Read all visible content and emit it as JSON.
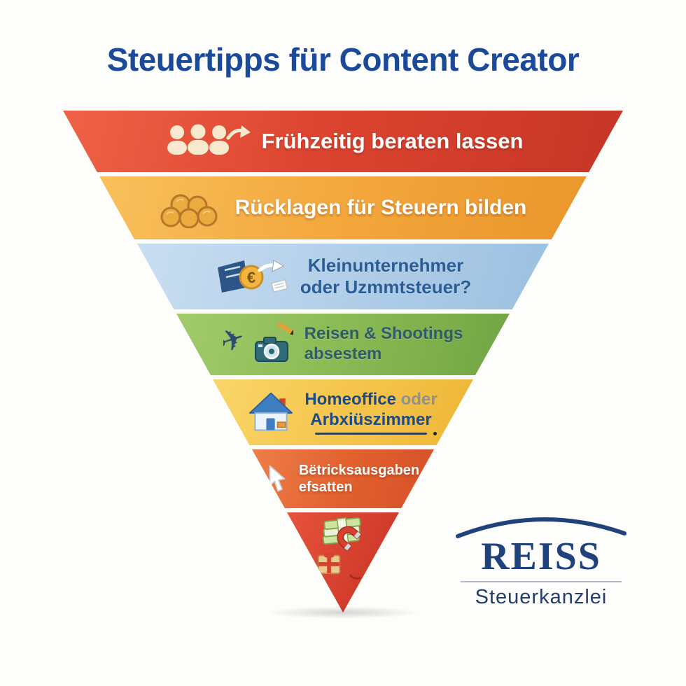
{
  "title": "Steuertipps für Content Creator",
  "pyramid": {
    "layers": [
      {
        "id": "beratung",
        "icon": "people-arrow-icon",
        "lines": [
          "Frühzeitig beraten lassen"
        ],
        "color": "#dc4530",
        "text_color": "#ffffff"
      },
      {
        "id": "ruecklagen",
        "icon": "coins-icon",
        "lines": [
          "Rücklagen für Steuern bilden"
        ],
        "color": "#f3a73c",
        "text_color": "#ffffff"
      },
      {
        "id": "umsatzsteuer",
        "icon": "euro-invoice-icon",
        "lines": [
          "Kleinunternehmer",
          "oder Uzmmtsteuer?"
        ],
        "color": "#b2cfe9",
        "text_color": "#2b5c95"
      },
      {
        "id": "reisen",
        "icon": "plane-camera-icon",
        "lines": [
          "Reisen & Shootings",
          "absestem"
        ],
        "color": "#8aba54",
        "text_color": "#2f5b6b"
      },
      {
        "id": "homeoffice",
        "icon": "house-icon",
        "parts": {
          "strong": "Homeoffice",
          "muted": " oder",
          "line2": "Arbxiüszimmer"
        },
        "color": "#f5c64d",
        "text_color": "#1e4a85"
      },
      {
        "id": "betriebsausgaben",
        "icon": "cursor-icon",
        "lines": [
          "Bëtricksausgaben",
          "efsatten"
        ],
        "color": "#e2612f",
        "text_color": "#ffffff"
      },
      {
        "id": "tipp-spitze",
        "icon": "money-gift-magnet-icon",
        "lines": [],
        "color": "#d6402f",
        "text_color": "#ffffff"
      }
    ]
  },
  "logo": {
    "name": "REISS",
    "subtitle": "Steuerkanzlei"
  },
  "palette": {
    "title_blue": "#1b4a9b",
    "logo_navy": "#20427c",
    "layer_red": "#dc4530",
    "layer_orange": "#f3a73c",
    "layer_blue": "#b2cfe9",
    "layer_green": "#8aba54",
    "layer_yellow": "#f5c64d",
    "layer_orange_red": "#e2612f",
    "tip_red": "#d6402f"
  }
}
